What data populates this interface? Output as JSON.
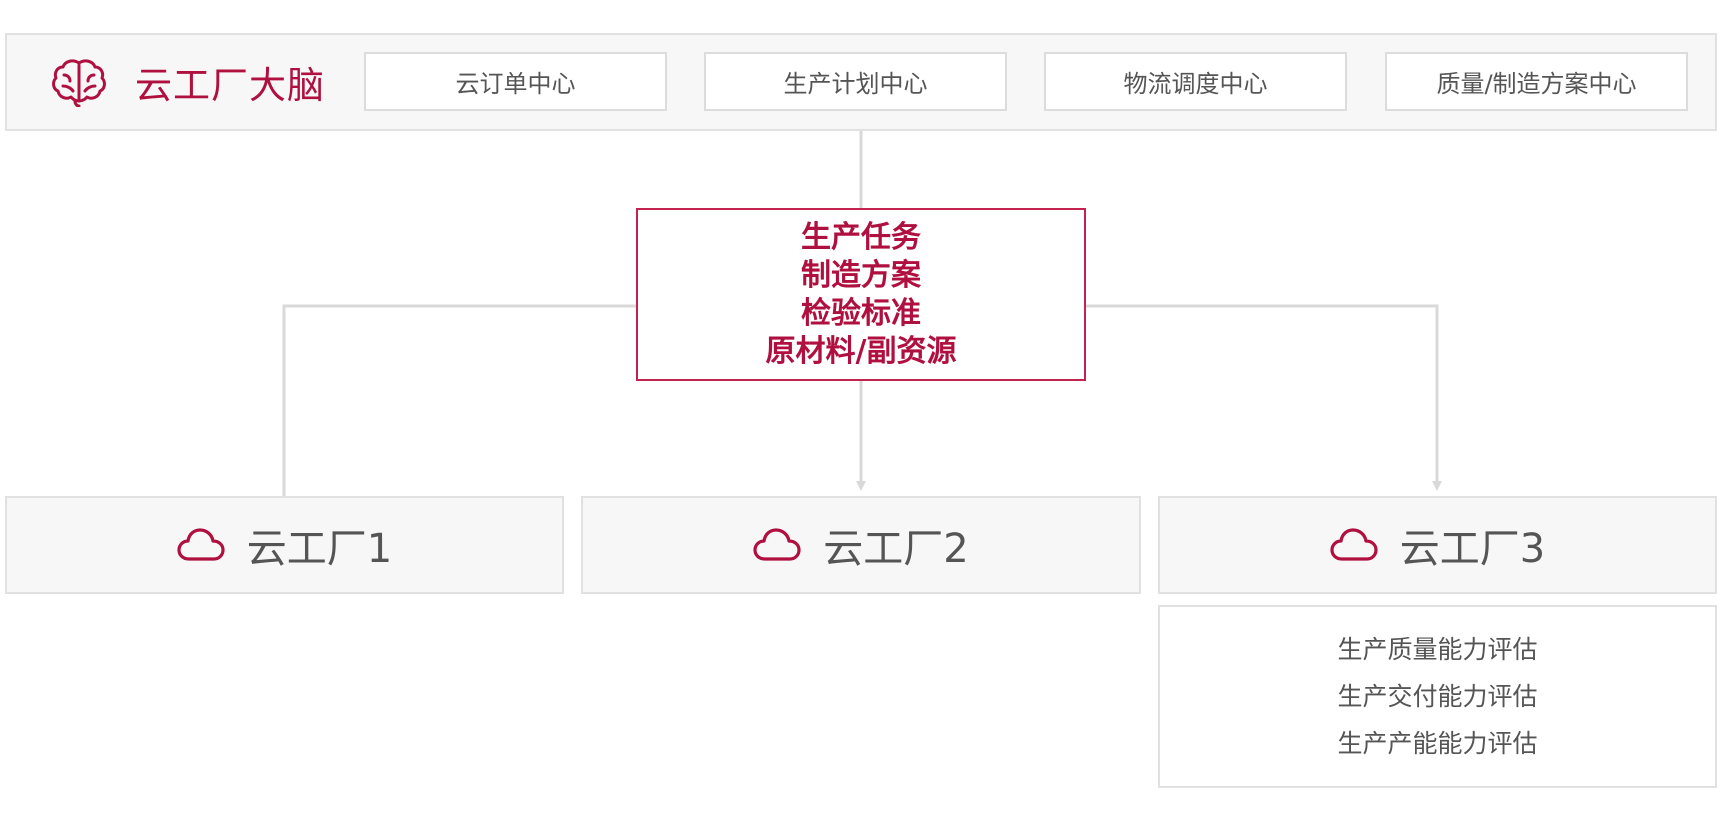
{
  "brain": {
    "icon": "brain-icon",
    "title": "云工厂大脑",
    "accent_color": "#b0103f"
  },
  "centers": [
    {
      "label": "云订单中心"
    },
    {
      "label": "生产计划中心"
    },
    {
      "label": "物流调度中心"
    },
    {
      "label": "质量/制造方案中心"
    }
  ],
  "tasks": {
    "lines": [
      "生产任务",
      "制造方案",
      "检验标准",
      "原材料/副资源"
    ]
  },
  "factories": [
    {
      "icon": "cloud-icon",
      "label": "云工厂1"
    },
    {
      "icon": "cloud-icon",
      "label": "云工厂2"
    },
    {
      "icon": "cloud-icon",
      "label": "云工厂3"
    }
  ],
  "evaluation": {
    "lines": [
      "生产质量能力评估",
      "生产交付能力评估",
      "生产产能能力评估"
    ]
  },
  "colors": {
    "accent": "#b0103f",
    "panel_bg": "#f7f7f7",
    "border": "#e1e1e1",
    "connector": "#d9d9d9",
    "text": "#555555"
  }
}
